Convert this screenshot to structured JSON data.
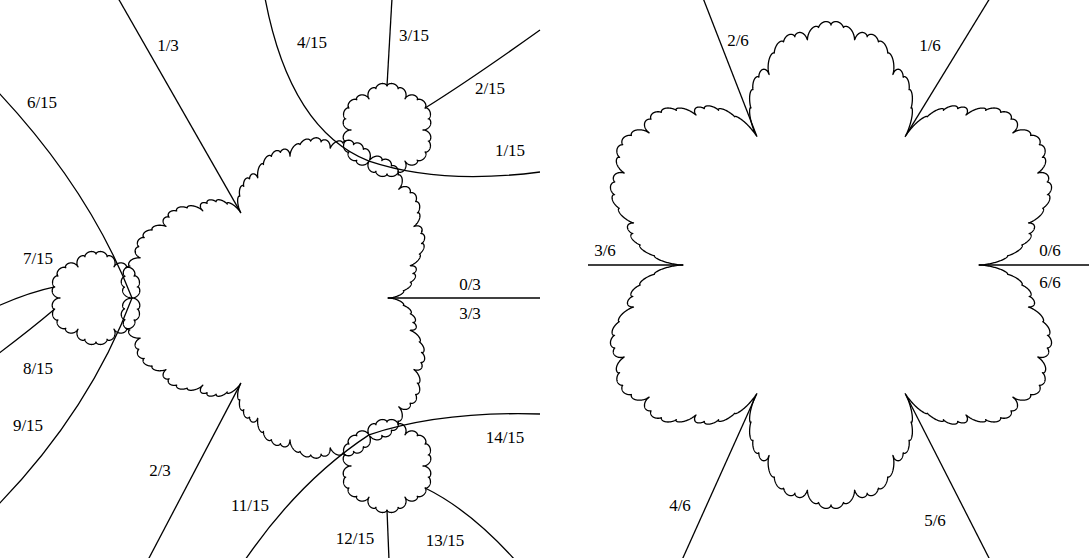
{
  "diagram": {
    "labels": [
      "1/3",
      "4/15",
      "3/15",
      "2/15",
      "1/15",
      "6/15",
      "0/3",
      "3/3",
      "7/15",
      "8/15",
      "9/15",
      "2/3",
      "11/15",
      "12/15",
      "13/15",
      "14/15",
      "2/6",
      "1/6",
      "3/6",
      "0/6",
      "6/6",
      "4/6",
      "5/6"
    ]
  }
}
